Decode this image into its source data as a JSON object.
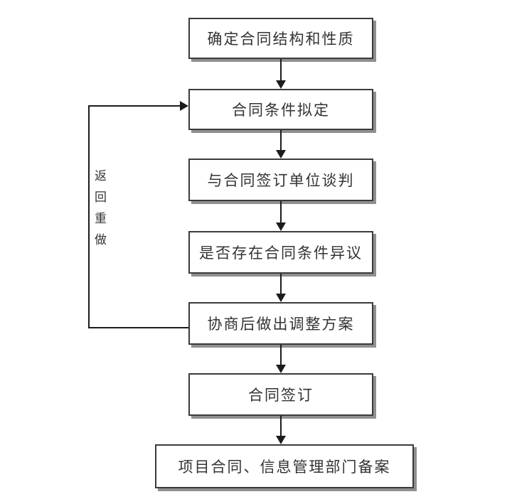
{
  "diagram": {
    "type": "flowchart",
    "nodes": [
      {
        "id": "n1",
        "label": "确定合同结构和性质"
      },
      {
        "id": "n2",
        "label": "合同条件拟定"
      },
      {
        "id": "n3",
        "label": "与合同签订单位谈判"
      },
      {
        "id": "n4",
        "label": "是否存在合同条件异议"
      },
      {
        "id": "n5",
        "label": "协商后做出调整方案"
      },
      {
        "id": "n6",
        "label": "合同签订"
      },
      {
        "id": "n7",
        "label": "项目合同、信息管理部门备案"
      }
    ],
    "edges": [
      {
        "from": "n1",
        "to": "n2"
      },
      {
        "from": "n2",
        "to": "n3"
      },
      {
        "from": "n3",
        "to": "n4"
      },
      {
        "from": "n4",
        "to": "n5"
      },
      {
        "from": "n5",
        "to": "n6"
      },
      {
        "from": "n6",
        "to": "n7"
      },
      {
        "from": "n5",
        "to": "n2",
        "side": "left",
        "label": "返回重做"
      }
    ],
    "feedback": {
      "label": "返回重做"
    },
    "colors": {
      "background": "#ffffff",
      "box_border": "#3b3b3b",
      "box_fill": "#ffffff",
      "box_shadow": "#8f8f8f",
      "text": "#333333",
      "line": "#1c1c1c"
    }
  }
}
